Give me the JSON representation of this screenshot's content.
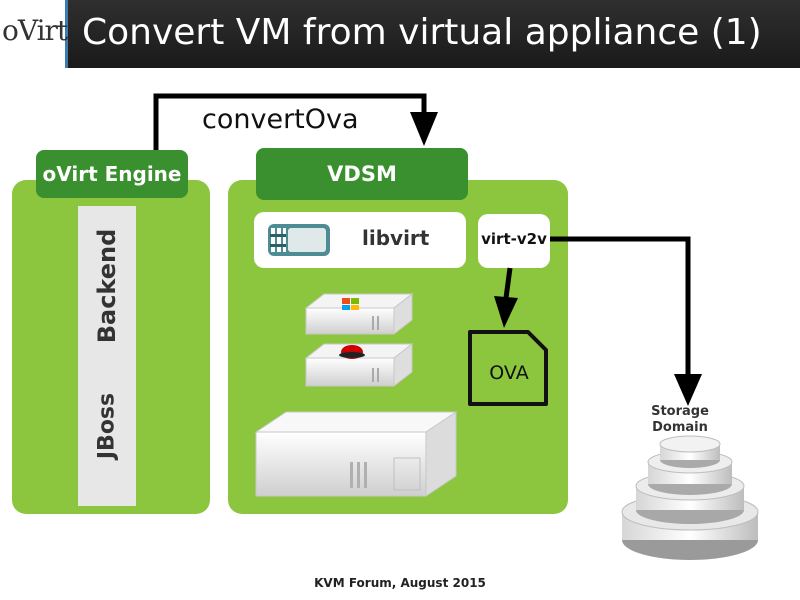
{
  "header": {
    "logo": "oVirt",
    "title": "Convert VM from virtual appliance (1)"
  },
  "diagram": {
    "engine_label": "oVirt Engine",
    "backend_label": "Backend",
    "jboss_label": "JBoss",
    "vdsm_label": "VDSM",
    "libvirt_label": "libvirt",
    "v2v_label": "virt-v2v",
    "ova_label": "OVA",
    "convert_label": "convertOva",
    "storage_label_line1": "Storage",
    "storage_label_line2": "Domain"
  },
  "footer": {
    "text": "KVM Forum, August 2015"
  },
  "colors": {
    "panel_green": "#8cc63f",
    "tab_green": "#3a8f2e",
    "header_bg": "#1f1f1f",
    "ova_fill": "#8cc63f"
  },
  "icons": [
    "libvirt-icon",
    "server-windows-icon",
    "server-redhat-icon",
    "server-large-icon",
    "ova-file-icon",
    "storage-domain-icon",
    "arrow-icon"
  ]
}
